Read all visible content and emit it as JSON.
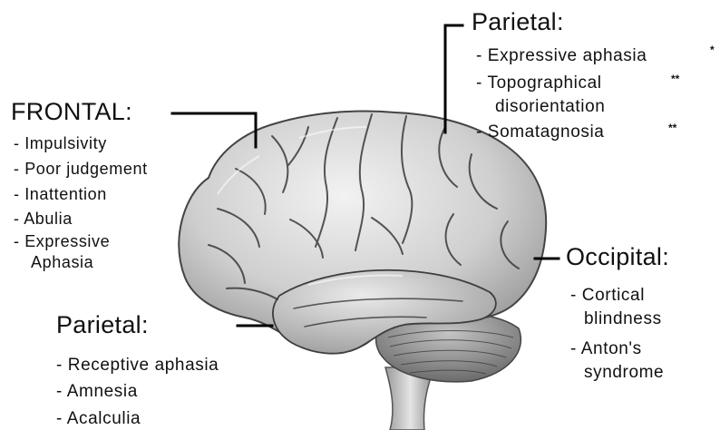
{
  "image_description": "",
  "frontal": {
    "header": "FRONTAL:",
    "items": [
      "- Impulsivity",
      "- Poor judgement",
      "- Inattention",
      "- Abulia",
      "- Expressive",
      "Aphasia"
    ]
  },
  "parietal_top": {
    "header": "Parietal:",
    "items": [
      "- Expressive aphasia",
      "- Topographical",
      "disorientation",
      "- Somatagnosia"
    ],
    "marks": [
      "*",
      "**",
      "**"
    ]
  },
  "occipital": {
    "header": "Occipital:",
    "items": [
      "- Cortical",
      "blindness",
      "- Anton's",
      "syndrome"
    ]
  },
  "parietal_bottom": {
    "header": "Parietal:",
    "items": [
      "- Receptive aphasia",
      "- Amnesia",
      "- Acalculia"
    ]
  },
  "colors": {
    "text": "#111111",
    "line": "#000000",
    "brain_light": "#eeeeee",
    "brain_dark": "#8a8a8a"
  }
}
